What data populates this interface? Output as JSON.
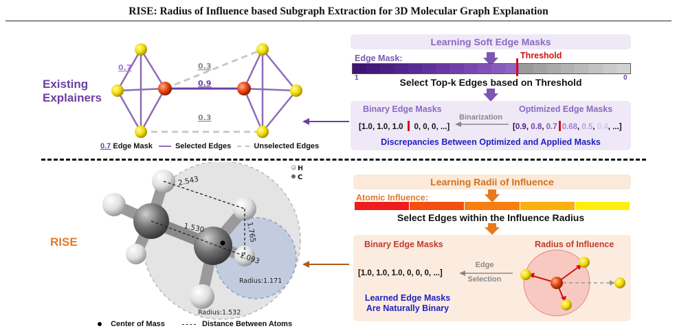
{
  "title": "RISE: Radius of Influence based Subgraph Extraction for 3D Molecular Graph Explanation",
  "top": {
    "method_label": [
      "Existing",
      "Explainers"
    ],
    "edge_values": [
      "0.7",
      "0.3",
      "0.9",
      "0.3"
    ],
    "legend": {
      "mask_value": "0.7",
      "mask_label": "Edge Mask",
      "selected": "Selected Edges",
      "unselected": "Unselected Edges"
    },
    "soft_mask_title": "Learning Soft Edge Masks",
    "edge_mask_label": "Edge Mask:",
    "threshold_label": "Threshold",
    "bar_start": "1",
    "bar_end": "0",
    "step_text": "Select Top-k Edges based on Threshold",
    "binary_title": "Binary Edge Masks",
    "optimized_title": "Optimized Edge Masks",
    "binarization": "Binarization",
    "binary_values_a": "[1.0, 1.0, 1.0",
    "binary_values_b": "0, 0, 0, ...]",
    "optimized_values": {
      "open": "[",
      "v1": "0.9",
      "v2": "0.8",
      "v3": "0.7",
      "v4": "0.68",
      "v5": "0.5",
      "v6": "0.4",
      "close": ", ...]"
    },
    "discrepancy": "Discrepancies Between Optimized and Applied Masks"
  },
  "bottom": {
    "method_label": "RISE",
    "atom_legend": {
      "h": "H",
      "c": "C"
    },
    "distances": [
      "2.543",
      "1.530",
      "1.765",
      "1.093"
    ],
    "radius_small": "Radius:1.171",
    "radius_large": "Radius:1.532",
    "legend": {
      "center": "Center of Mass",
      "distance": "Distance Between Atoms"
    },
    "radii_title": "Learning Radii of Influence",
    "atomic_label": "Atomic Influence:",
    "step_text": "Select Edges within the Influence Radius",
    "binary_title": "Binary Edge Masks",
    "radius_title": "Radius of Influence",
    "binary_values": "[1.0, 1.0, 1.0, 0, 0, 0, ...]",
    "edge_selection": [
      "Edge",
      "Selection"
    ],
    "natural": [
      "Learned Edge Masks",
      "Are Naturally Binary"
    ]
  },
  "colors": {
    "purple": "#6b3fa0",
    "orange": "#e87a1e",
    "blue": "#1f1fbf",
    "red": "#d01010"
  }
}
